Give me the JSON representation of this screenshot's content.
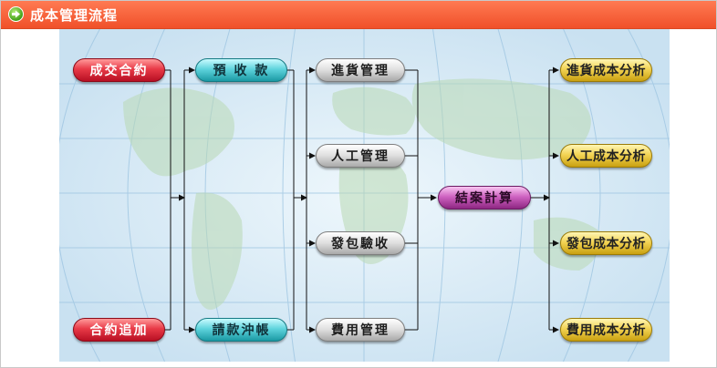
{
  "header": {
    "title": "成本管理流程",
    "icon": "arrow-right-circle-icon"
  },
  "diagram": {
    "contract": "成交合約",
    "contract_addendum": "合約追加",
    "advance_payment": "預 收 款",
    "payment_request": "請款沖帳",
    "purchase_mgmt": "進貨管理",
    "labor_mgmt": "人工管理",
    "subcontract_acceptance": "發包驗收",
    "expense_mgmt": "費用管理",
    "settlement_calc": "結案計算",
    "purchase_cost_analysis": "進貨成本分析",
    "labor_cost_analysis": "人工成本分析",
    "subcontract_cost_analysis": "發包成本分析",
    "expense_cost_analysis": "費用成本分析"
  },
  "colors": {
    "header": "#f0502a",
    "map_background": "#d5e9f6",
    "connector": "#111111"
  }
}
